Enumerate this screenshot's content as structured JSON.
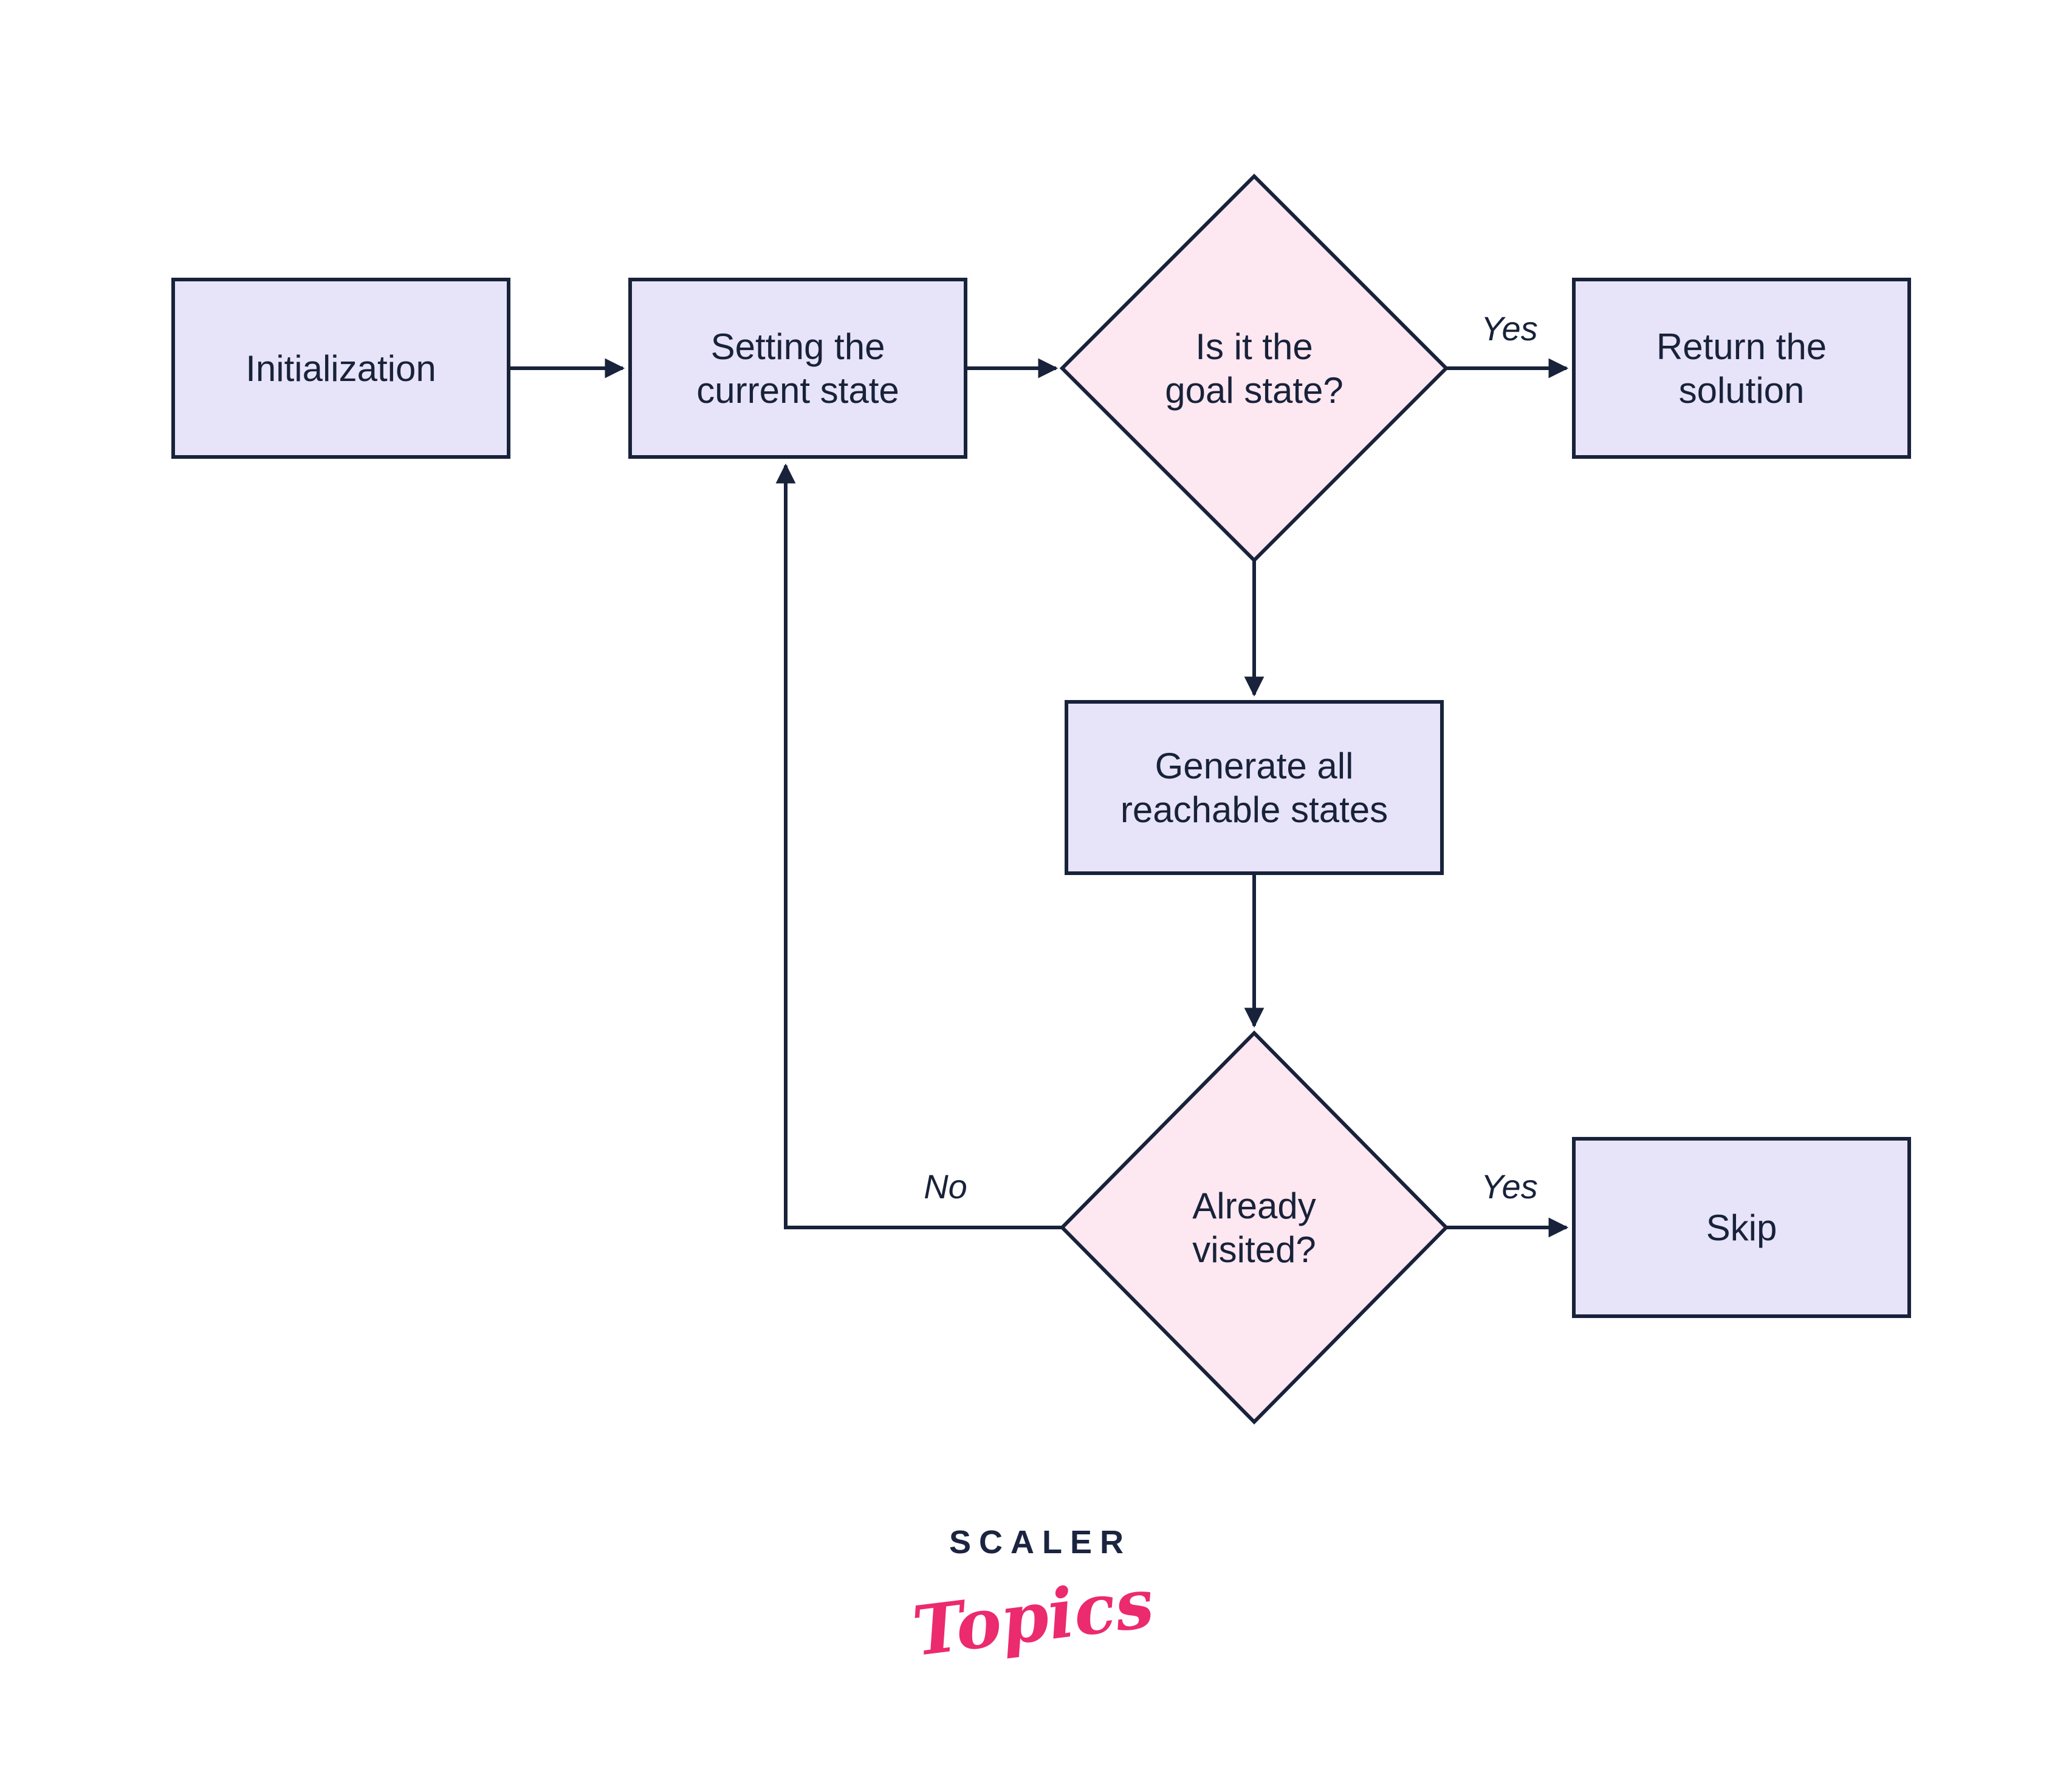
{
  "diagram": {
    "nodes": [
      {
        "id": "initialization",
        "shape": "rect",
        "lines": [
          "Initialization"
        ]
      },
      {
        "id": "setting-current-state",
        "shape": "rect",
        "lines": [
          "Setting the",
          "current state"
        ]
      },
      {
        "id": "is-goal-state",
        "shape": "diamond",
        "lines": [
          "Is it the",
          "goal state?"
        ]
      },
      {
        "id": "return-solution",
        "shape": "rect",
        "lines": [
          "Return the",
          "solution"
        ]
      },
      {
        "id": "generate-reachable-states",
        "shape": "rect",
        "lines": [
          "Generate all",
          "reachable states"
        ]
      },
      {
        "id": "already-visited",
        "shape": "diamond",
        "lines": [
          "Already",
          "visited?"
        ]
      },
      {
        "id": "skip",
        "shape": "rect",
        "lines": [
          "Skip"
        ]
      }
    ],
    "edges": [
      {
        "from": "initialization",
        "to": "setting-current-state",
        "label": ""
      },
      {
        "from": "setting-current-state",
        "to": "is-goal-state",
        "label": ""
      },
      {
        "from": "is-goal-state",
        "to": "return-solution",
        "label": "Yes"
      },
      {
        "from": "is-goal-state",
        "to": "generate-reachable-states",
        "label": ""
      },
      {
        "from": "generate-reachable-states",
        "to": "already-visited",
        "label": ""
      },
      {
        "from": "already-visited",
        "to": "skip",
        "label": "Yes"
      },
      {
        "from": "already-visited",
        "to": "setting-current-state",
        "label": "No"
      }
    ],
    "colors": {
      "process_fill": "#e7e3f8",
      "decision_fill": "#fde7f1",
      "stroke": "#18223a",
      "text": "#18223a"
    }
  },
  "logo": {
    "brand": "SCALER",
    "product": "Topics",
    "brand_color": "#1b2440",
    "product_color": "#ec2a6e"
  }
}
